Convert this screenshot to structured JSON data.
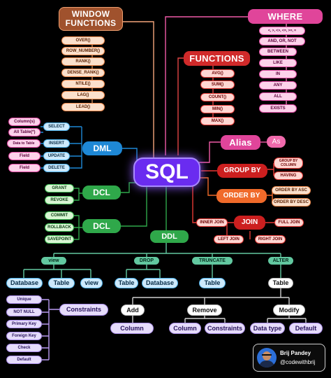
{
  "center": "SQL",
  "window_functions": {
    "title": "WINDOW FUNCTIONS",
    "items": [
      "OVER()",
      "ROW_NUMBER()",
      "RANK()",
      "DENSE_RANK()",
      "NTILE()",
      "LAG()",
      "LEAD()"
    ]
  },
  "where": {
    "title": "WHERE",
    "items": [
      "<, >, <>, <=, >=, =",
      "AND, OR, NOT",
      "BETWEEN",
      "LIKE",
      "IN",
      "ANY",
      "ALL",
      "EXISTS"
    ]
  },
  "functions": {
    "title": "FUNCTIONS",
    "items": [
      "AVG()",
      "SUM()",
      "COUNT()",
      "MIN()",
      "MAX()"
    ]
  },
  "alias": {
    "title": "Alias",
    "item": "As"
  },
  "group_by": {
    "title": "GROUP BY",
    "items": [
      "GROUP BY COLUMN",
      "HAVING"
    ]
  },
  "order_by": {
    "title": "ORDER BY",
    "items": [
      "ORDER BY ASC",
      "ORDER BY DESC"
    ]
  },
  "join": {
    "title": "JOIN",
    "items": [
      "INNER JOIN",
      "FULL JOIN",
      "LEFT JOIN",
      "RIGHT JOIN"
    ]
  },
  "dml": {
    "title": "DML",
    "commands": [
      "SELECT",
      "INSERT",
      "UPDATE",
      "DELETE"
    ],
    "targets": [
      "Column(s)",
      "All Table(*)",
      "Data to Table",
      "Field",
      "Field"
    ]
  },
  "dcl1": {
    "title": "DCL",
    "items": [
      "GRANT",
      "REVOKE"
    ]
  },
  "dcl2": {
    "title": "DCL",
    "items": [
      "COMMIT",
      "ROLLBACK",
      "SAVEPOINT"
    ]
  },
  "ddl": {
    "title": "DDL",
    "branches": [
      "view",
      "DROP",
      "TRUNCATE",
      "ALTER"
    ],
    "view_items": [
      "Database",
      "Table",
      "view"
    ],
    "drop_items": [
      "Table",
      "Database"
    ],
    "truncate_items": [
      "Table"
    ],
    "alter_items": [
      "Table"
    ],
    "alter_actions": [
      "Add",
      "Remove",
      "Modify"
    ],
    "add_items": [
      "Column"
    ],
    "remove_items": [
      "Column",
      "Constraints"
    ],
    "modify_items": [
      "Data type",
      "Default"
    ]
  },
  "constraints": {
    "title": "Constraints",
    "items": [
      "Unique",
      "NOT NULL",
      "Primary Key",
      "Foreign Key",
      "Check",
      "Default"
    ]
  },
  "author": {
    "name": "Brij Pandey",
    "handle": "@codewithbrij"
  },
  "colors": {
    "background": "#000000",
    "center": "#6a2cf0",
    "window_functions": "#a0522d",
    "where": "#e0459a",
    "functions": "#d02a2a",
    "alias": "#e0459a",
    "group_by": "#cc1f1f",
    "order_by": "#f06a2a",
    "join": "#cc1f1f",
    "dml": "#1e88d6",
    "dcl": "#2fa84a",
    "ddl": "#2fa84a",
    "ddl_branch": "#62c8a0",
    "ddl_leaf": "#cde9fb",
    "constraints": "#b99af2"
  }
}
